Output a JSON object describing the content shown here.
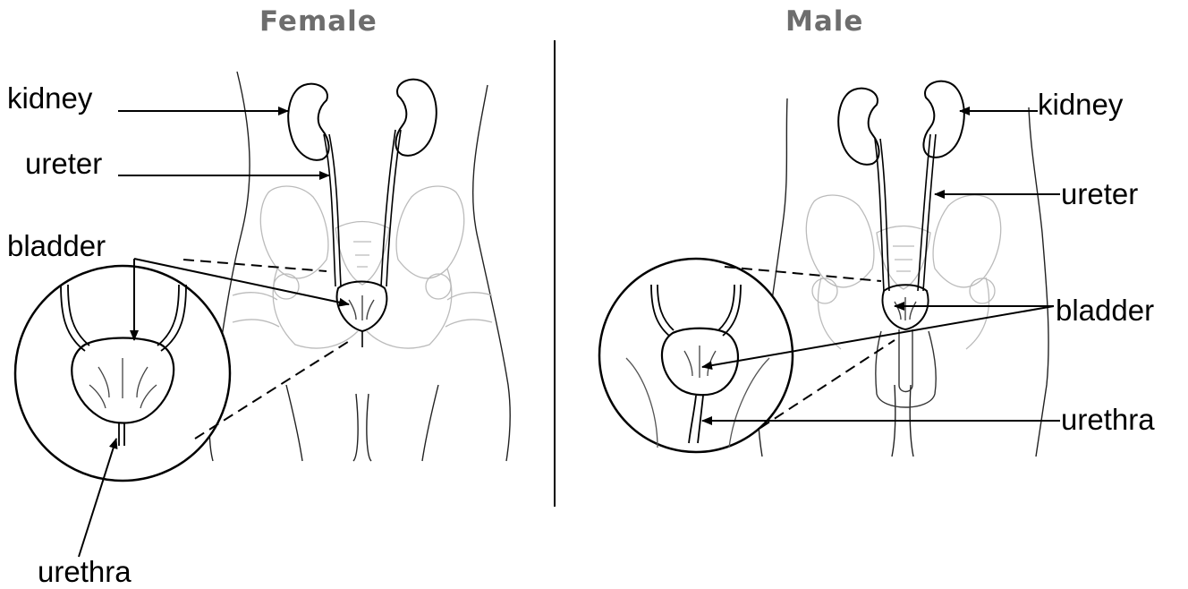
{
  "headings": {
    "female": "Female",
    "male": "Male"
  },
  "female_labels": {
    "kidney": "kidney",
    "ureter": "ureter",
    "bladder": "bladder",
    "urethra": "urethra"
  },
  "male_labels": {
    "kidney": "kidney",
    "ureter": "ureter",
    "bladder": "bladder",
    "urethra": "urethra"
  }
}
